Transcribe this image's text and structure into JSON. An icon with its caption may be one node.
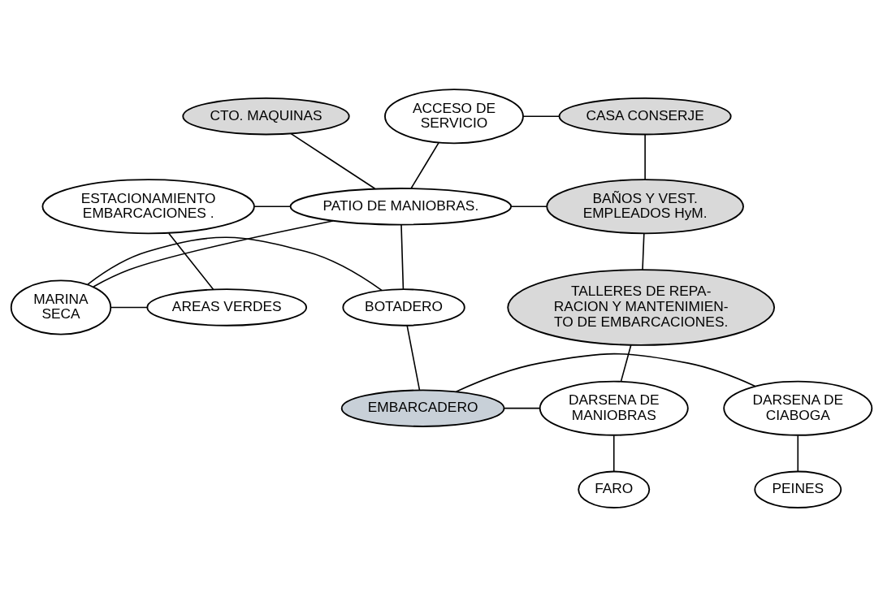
{
  "diagram": {
    "nodes": [
      {
        "text": [
          "ACCESO DE SERVICIO"
        ]
      },
      {
        "text": [
          "CTO. MAQUINAS"
        ]
      },
      {
        "text": [
          "CASA CONSERJE"
        ]
      },
      {
        "text": [
          "ESTACIONAMIENTO EMBARCACIONES ."
        ]
      },
      {
        "text": [
          "PATIO DE MANIOBRAS."
        ]
      },
      {
        "text": [
          "BAÑOS Y VEST. EMPLEADOS HyM."
        ]
      },
      {
        "text": [
          "MARINA SECA"
        ]
      },
      {
        "text": [
          "AREAS VERDES"
        ]
      },
      {
        "text": [
          "BOTADERO"
        ]
      },
      {
        "text": [
          "TALLERES DE REPA- RACION Y MANTENIMIEN- TO DE EMBARCACIONES."
        ]
      },
      {
        "text": [
          "EMBARCADERO"
        ]
      },
      {
        "text": [
          "DARSENA DE CIABOGA"
        ]
      },
      {
        "text": [
          "DARSENA DE MANIOBRAS"
        ]
      },
      {
        "text": [
          "PEINES"
        ]
      },
      {
        "text": [
          "FARO"
        ]
      }
    ],
    "edges": [
      {
        "from": 0,
        "to": 4,
        "arrow": "none"
      },
      {
        "from": 1,
        "to": 4,
        "arrow": "none"
      },
      {
        "from": 0,
        "to": 2,
        "arrow": "none"
      },
      {
        "from": 2,
        "to": 5,
        "arrow": "none"
      },
      {
        "from": 3,
        "to": 4,
        "arrow": "none"
      },
      {
        "from": 4,
        "to": 5,
        "arrow": "none"
      },
      {
        "from": 3,
        "to": 7,
        "arrow": "none"
      },
      {
        "from": 4,
        "to": 6,
        "arrow": "none"
      },
      {
        "from": 4,
        "to": 8,
        "arrow": "none"
      },
      {
        "from": 6,
        "to": 8,
        "arrow": "none"
      },
      {
        "from": 6,
        "to": 7,
        "arrow": "none"
      },
      {
        "from": 5,
        "to": 9,
        "arrow": "none"
      },
      {
        "from": 8,
        "to": 10,
        "arrow": "none"
      },
      {
        "from": 9,
        "to": 12,
        "arrow": "none"
      },
      {
        "from": 10,
        "to": 12,
        "arrow": "none"
      },
      {
        "from": 10,
        "to": 11,
        "arrow": "none"
      },
      {
        "from": 11,
        "to": 13,
        "arrow": "none"
      },
      {
        "from": 12,
        "to": 14,
        "arrow": "none"
      }
    ]
  }
}
